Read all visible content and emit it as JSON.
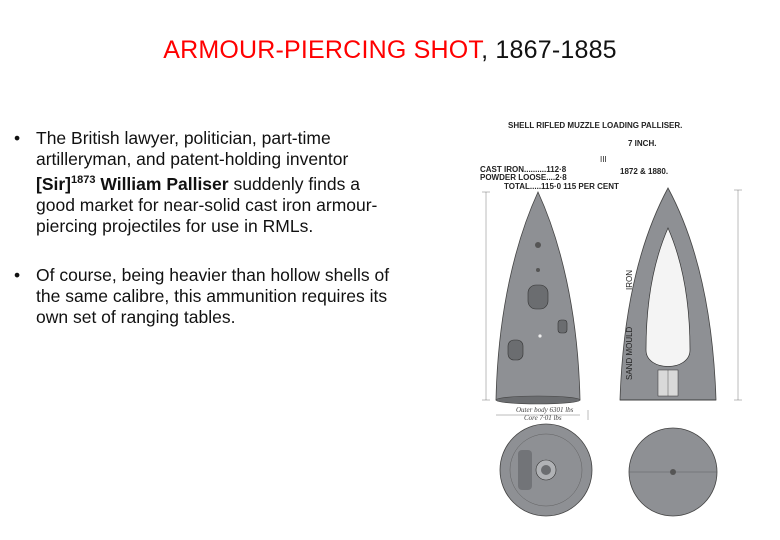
{
  "title": {
    "red": "ARMOUR-PIERCING SHOT",
    "sep": ",",
    "dates": "1867-1885"
  },
  "bullets": [
    {
      "pre": "The British lawyer, politician, part-time artilleryman, and patent-holding inventor ",
      "bold_a": "[Sir]",
      "sup": "1873",
      "bold_b": " William Palliser",
      "post": " suddenly finds a good market for near-solid cast iron armour-piercing projectiles for use in RMLs."
    },
    {
      "text": "Of course, being heavier than hollow shells of the same calibre, this ammunition requires its own set of ranging tables."
    }
  ],
  "drawing": {
    "header": "SHELL  RIFLED  MUZZLE  LOADING  PALLISER.",
    "calibre": "7  INCH.",
    "mark": "III",
    "pattern_ref": "1872  &  1880.",
    "cast_iron": "CAST IRON..........112·8",
    "powder_loose": "POWDER LOOSE....2·8",
    "total": "TOTAL.....115·0   115  PER CENT",
    "side_label_left": "IRON",
    "side_label_sand": "SAND   MOULD",
    "note_bottom": "Outer body 6301 lbs",
    "note_bottom2": "Core 7·01 lbs"
  },
  "colors": {
    "title_red": "#ff0000",
    "shell_grey": "#8e9094",
    "shell_dark": "#6b6d70"
  }
}
